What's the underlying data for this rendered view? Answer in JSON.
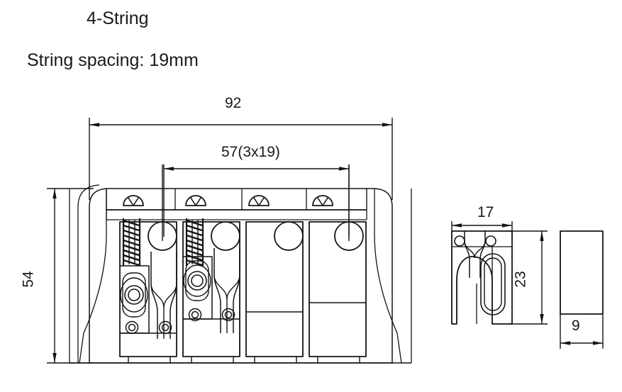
{
  "header": {
    "title": "4-String",
    "subtitle": "String spacing: 19mm"
  },
  "dimensions": {
    "overall_width": "92",
    "string_span": "57(3x19)",
    "overall_height": "54",
    "saddle_width": "17",
    "saddle_length": "23",
    "saddle_height": "9"
  },
  "drawing": {
    "type": "technical-line-drawing",
    "subject": "bass guitar bridge, 4-string",
    "views": [
      {
        "name": "top-view-bridge",
        "width_mm": 92,
        "height_mm": 54
      },
      {
        "name": "top-view-saddle",
        "width_mm": 17,
        "height_mm": 23
      },
      {
        "name": "side-view-saddle",
        "width_mm": 9,
        "height_mm": 23
      }
    ],
    "saddle_count": 4,
    "mounting_screw_count": 4,
    "line_color": "#141414",
    "background_color": "#ffffff"
  }
}
